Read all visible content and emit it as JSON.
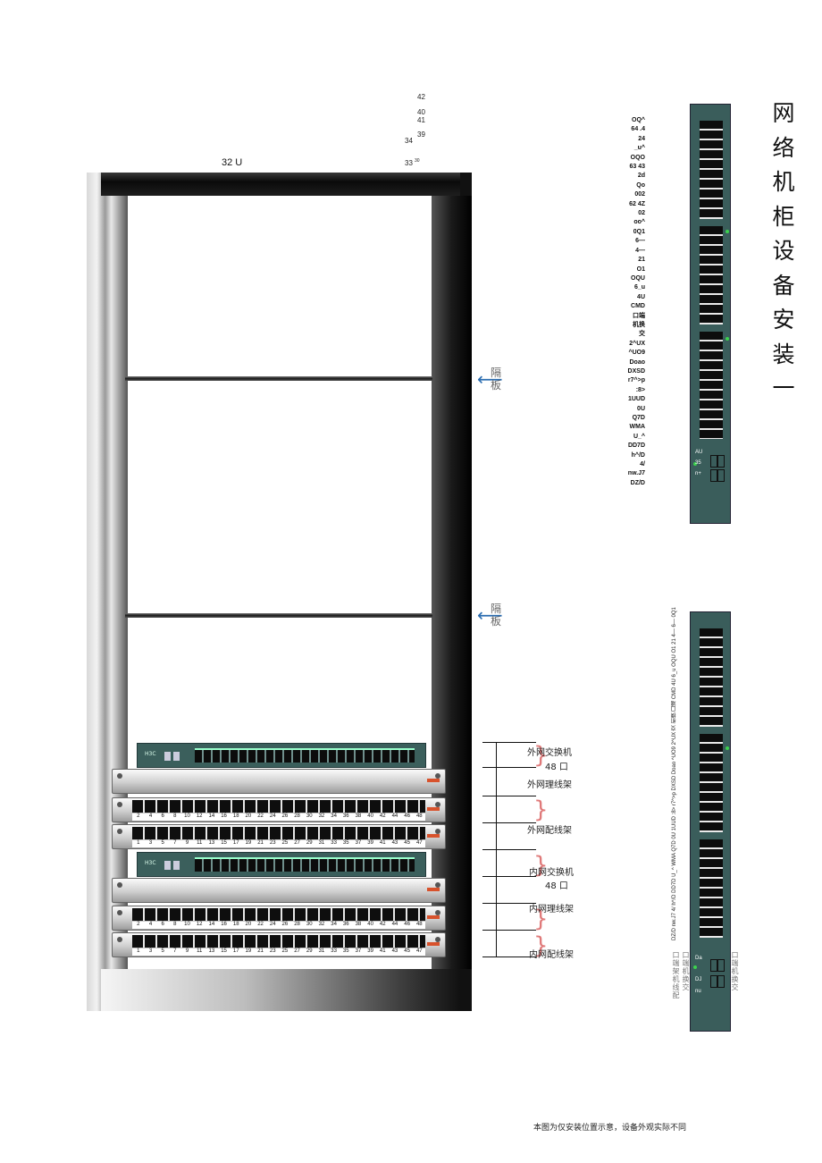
{
  "rack": {
    "u_label": "32 U",
    "top_numbers": [
      "42",
      "40",
      "41",
      "39",
      "34",
      "33",
      "30"
    ]
  },
  "shelf_label": "隔板",
  "devices": {
    "outer_switch": {
      "name": "外网交换机",
      "ports": "48 口",
      "brand": "H3C"
    },
    "outer_patch": {
      "name": "外网理线架"
    },
    "outer_dist": {
      "name": "外网配线架"
    },
    "inner_switch": {
      "name": "内网交换机",
      "ports": "48 口",
      "brand": "H3C"
    },
    "inner_patch": {
      "name": "内网理线架"
    },
    "inner_dist": {
      "name": "内网配线架"
    }
  },
  "panel_even_numbers": [
    "2",
    "4",
    "6",
    "8",
    "10",
    "12",
    "14",
    "16",
    "18",
    "20",
    "22",
    "24",
    "26",
    "28",
    "30",
    "32",
    "34",
    "36",
    "38",
    "40",
    "42",
    "44",
    "46",
    "48"
  ],
  "panel_odd_numbers": [
    "1",
    "3",
    "5",
    "7",
    "9",
    "11",
    "13",
    "15",
    "17",
    "19",
    "21",
    "23",
    "25",
    "27",
    "29",
    "31",
    "33",
    "35",
    "37",
    "39",
    "41",
    "43",
    "45",
    "47"
  ],
  "code_list": [
    "OQ^",
    "64 .4",
    "24",
    "_u^",
    "OQO",
    "63 43",
    "2d",
    "Qo",
    "002",
    "62 4Z",
    "02",
    "oo^",
    "0Q1",
    "6—",
    "4—",
    "21",
    "O1",
    "OQU",
    "6_u",
    "4U",
    "CMD",
    "口端",
    "机换",
    "交",
    "2^UX",
    "^UO9",
    "Doao",
    "DXSD",
    "r7^>p",
    ":8>",
    "1UUD",
    "0U",
    "Q7D",
    "WMA",
    "U_^",
    "DD7D",
    "h^/D",
    "4/",
    "nw.J7",
    "DZ/D"
  ],
  "title_chars": [
    "网",
    "络",
    "机",
    "柜",
    "设",
    "备",
    "安",
    "装",
    "一"
  ],
  "vswitch_top": {
    "side_labels": [
      "AU",
      "35",
      "n+"
    ]
  },
  "vswitch_bottom": {
    "side_labels": [
      "Da",
      "DJ",
      "nu"
    ],
    "left_caption": "口端架机线配",
    "mid_caption": "口端机换交",
    "right_caption": "口端机换交",
    "left_column": "DZ/D nw.J7 4/ h^/D DD7D U_^ WMA Q7D 0U 1UUD :8> r7^>p DXSD Doao ^UO9 2^UX 交 机换 口端 CMD 4U 6_u OQU O1 21 4— 6— 0Q1"
  },
  "footer": "本图为仅安装位置示意，设备外观实际不同",
  "colors": {
    "switch": "#3b5f5c",
    "arrow": "#2a6cb0",
    "brace": "#e07a7a",
    "led": "#3cd24e",
    "tag": "#d8522c"
  }
}
